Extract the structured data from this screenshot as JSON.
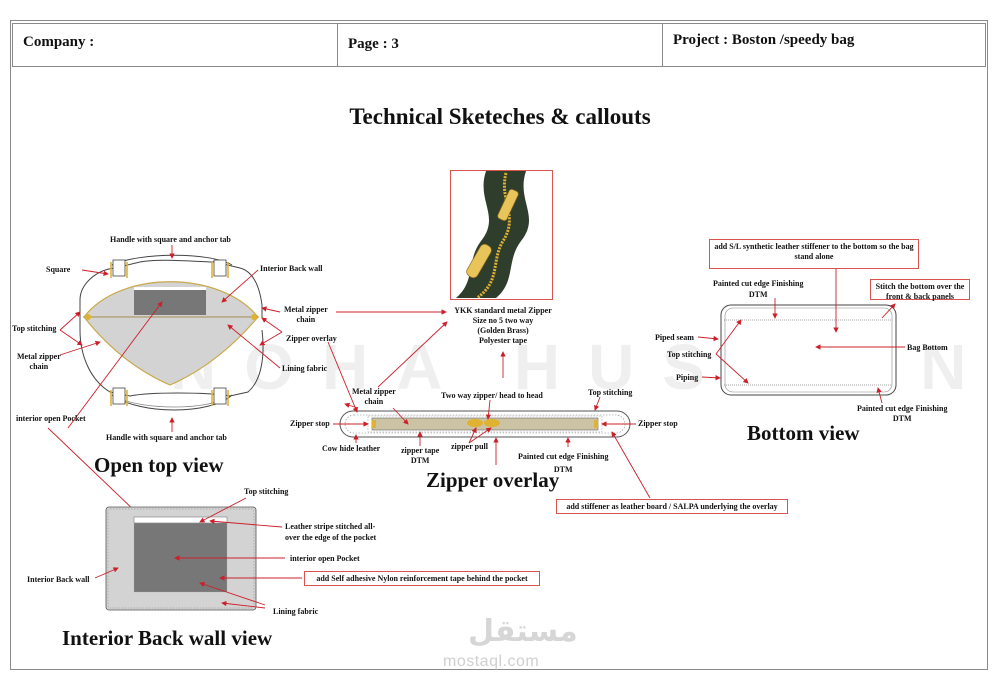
{
  "header": {
    "company_label": "Company :",
    "page_label": "Page : 3",
    "project_label": "Project : Boston /speedy bag"
  },
  "title": "Technical Sketeches & callouts",
  "watermark": "NOHA HUSSEIN",
  "colors": {
    "callout_red": "#d9534f",
    "arrow_red": "#cc1f2a",
    "lining_gray": "#d3d3d3",
    "pocket_gray": "#777777",
    "zipper_gold": "#e0b232",
    "zipper_tape": "#2f3d2c"
  },
  "open_top_view": {
    "heading": "Open  top view",
    "labels": {
      "handle_top": "Handle with square and anchor tab",
      "square": "Square",
      "interior_back_wall": "Interior Back wall",
      "metal_zipper_chain_right_1": "Metal zipper",
      "metal_zipper_chain_right_2": "chain",
      "top_stitching": "Top stitching",
      "zipper_overlay": "Zipper overlay",
      "metal_zipper_chain_left_1": "Metal zipper",
      "metal_zipper_chain_left_2": "chain",
      "lining_fabric": "Lining fabric",
      "interior_open_pocket": "interior open Pocket",
      "handle_bottom": "Handle with square and anchor tab"
    }
  },
  "zipper": {
    "spec_lines": [
      "YKK standard metal Zipper",
      "Size no 5 two way",
      "(Golden Brass)",
      "Polyester tape"
    ]
  },
  "zipper_overlay": {
    "heading": "Zipper overlay",
    "labels": {
      "metal_zipper_chain_1": "Metal zipper",
      "metal_zipper_chain_2": "chain",
      "two_way": "Two way zipper/ head to head",
      "top_stitching": "Top stitching",
      "zipper_stop_left": "Zipper stop",
      "zipper_stop_right": "Zipper stop",
      "cow_hide": "Cow hide leather",
      "zipper_tape_1": "zipper tape",
      "zipper_tape_2": "DTM",
      "zipper_pull": "zipper pull",
      "painted_edge_1": "Painted cut edge Finishing",
      "painted_edge_2": "DTM"
    },
    "callout": "add stiffener as leather board / SALPA underlying the overlay"
  },
  "bottom_view": {
    "heading": "Bottom view",
    "callout_top": "add S/L synthetic leather stiffener to the bottom so the bag stand alone",
    "callout_right": "Stitch the bottom over the front & back panels",
    "labels": {
      "painted_top_1": "Painted cut edge Finishing",
      "painted_top_2": "DTM",
      "piped_seam": "Piped seam",
      "top_stitching": "Top stitching",
      "piping": "Piping",
      "bag_bottom": "Bag Bottom",
      "painted_bottom_1": "Painted cut edge Finishing",
      "painted_bottom_2": "DTM"
    }
  },
  "interior_back_wall_view": {
    "heading": "Interior Back wall view",
    "labels": {
      "top_stitching": "Top stitching",
      "leather_stripe_1": "Leather stripe stitched all-",
      "leather_stripe_2": "over the edge of the pocket",
      "interior_open_pocket": "interior open Pocket",
      "interior_back_wall": "Interior Back wall",
      "lining_fabric": "Lining fabric"
    },
    "callout": "add Self adhesive Nylon reinforcement tape  behind the pocket"
  },
  "footer_logo": {
    "arabic": "مستقل",
    "latin": "mostaql.com"
  }
}
